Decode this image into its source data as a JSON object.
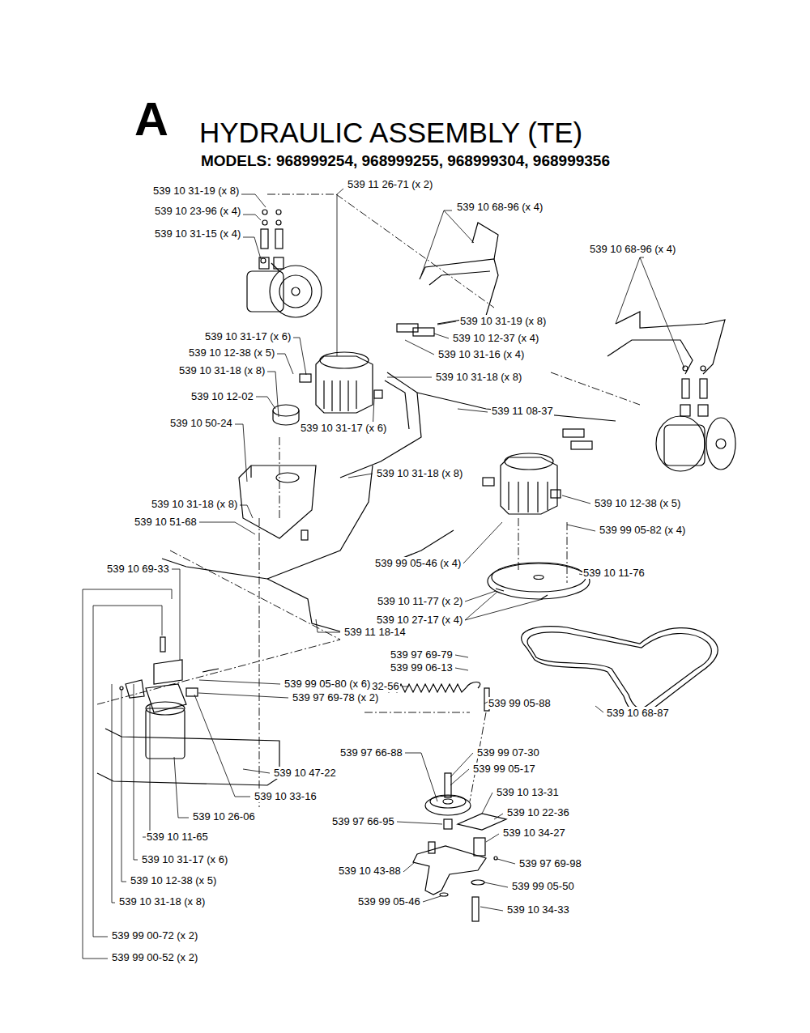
{
  "diagram": {
    "title": "HYDRAULIC ASSEMBLY (TE)",
    "labels": [
      "A",
      "MODELS: 968999254, 968999255, 968999304, 968999356",
      "539 10 31-19 (x 8)",
      "539 10 23-96 (x 4)",
      "539 10 31-15 (x 4)",
      "539 11 26-71 (x 2)",
      "539 10 68-96 (x 4)",
      "539 10 68-96 (x 4)",
      "539 10 31-19 (x 8)",
      "539 10 12-37 (x 4)",
      "539 10 31-16 (x 4)",
      "539 10 31-17 (x 6)",
      "539 10 12-38 (x 5)",
      "539 10 31-18 (x 8)",
      "539 10 31-18 (x 8)",
      "539 10 12-02",
      "539 10 31-17 (x 6)",
      "539 11 08-37",
      "539 10 50-24",
      "539 10 31-18 (x 8)",
      "539 10 31-18 (x 8)",
      "539 10 51-68",
      "539 10 12-38 (x 5)",
      "539 99 05-82 (x 4)",
      "539 10 69-33",
      "539 99 05-46 (x 4)",
      "539 10 11-76",
      "539 10 11-77 (x 2)",
      "539 10 27-17 (x 4)",
      "539 11 18-14",
      "539 97 69-79",
      "539 99 06-13",
      "539 10 32-56",
      "539 99 05-80 (x 6)",
      "539 99 05-88",
      "539 97 69-78 (x 2)",
      "539 10 68-87",
      "539 10 47-22",
      "539 97 66-88",
      "539 99 07-30",
      "539 99 05-17",
      "539 10 33-16",
      "539 10 13-31",
      "539 10 26-06",
      "539 10 22-36",
      "539 97 66-95",
      "539 10 34-27",
      "539 10 11-65",
      "539 97 69-98",
      "539 10 31-17 (x 6)",
      "539 10 43-88",
      "539 99 05-50",
      "539 10 12-38 (x 5)",
      "539 99 05-46",
      "539 10 34-33",
      "539 10 31-18 (x 8)",
      "539 99 00-72 (x 2)",
      "539 99 00-52 (x 2)"
    ]
  }
}
